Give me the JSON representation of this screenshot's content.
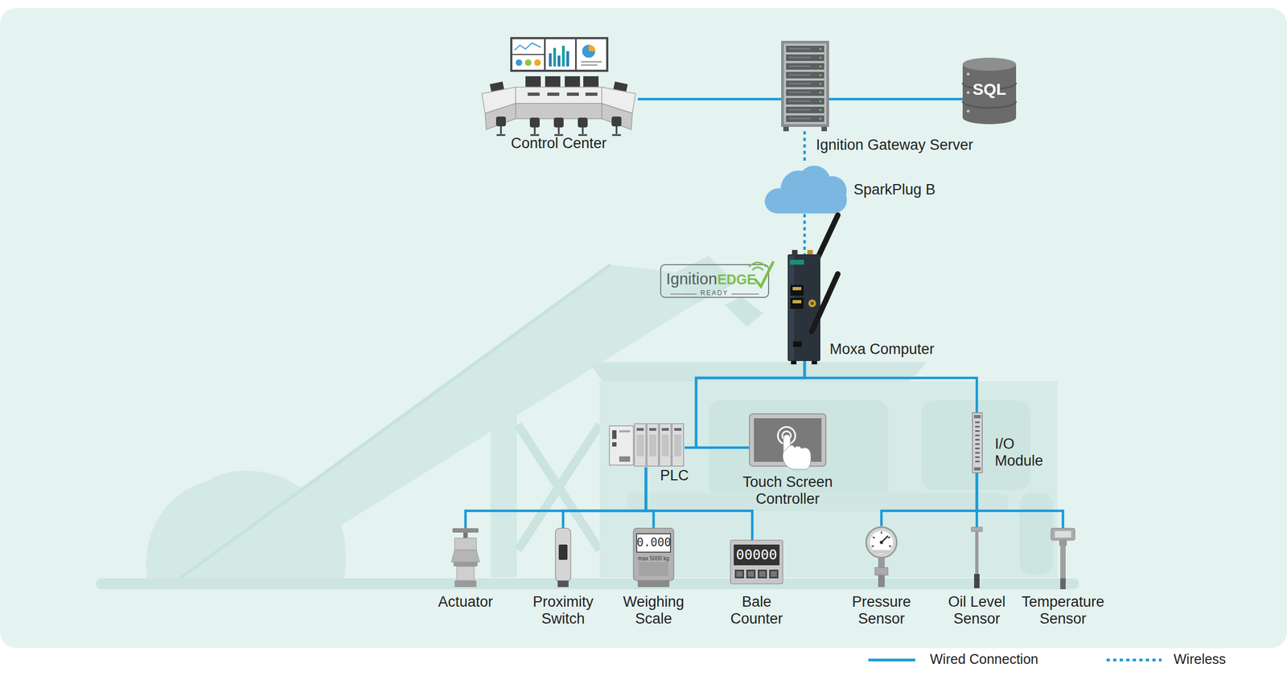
{
  "diagram": {
    "nodes": [
      {
        "text": [
          "Control Center"
        ]
      },
      {
        "text": [
          "Ignition Gateway Server"
        ]
      },
      {
        "text": [
          "SQL"
        ]
      },
      {
        "text": [
          "SparkPlug B"
        ]
      },
      {
        "text": [
          "Moxa Computer"
        ]
      },
      {
        "text": [
          "PLC"
        ]
      },
      {
        "text": [
          "Touch Screen Controller"
        ]
      },
      {
        "text": [
          "I/O Module"
        ]
      },
      {
        "text": [
          "Actuator"
        ]
      },
      {
        "text": [
          "Proximity Switch"
        ]
      },
      {
        "text": [
          "Weighing Scale"
        ]
      },
      {
        "text": [
          "Bale Counter"
        ]
      },
      {
        "text": [
          "Pressure Sensor"
        ]
      },
      {
        "text": [
          "Oil Level Sensor"
        ]
      },
      {
        "text": [
          "Temperature Sensor"
        ]
      }
    ],
    "edges": [
      {
        "from": 0,
        "to": 1,
        "arrow": "none"
      },
      {
        "from": 1,
        "to": 2,
        "arrow": "none"
      },
      {
        "from": 1,
        "to": 3,
        "arrow": "none"
      },
      {
        "from": 3,
        "to": 4,
        "arrow": "none"
      },
      {
        "from": 4,
        "to": 5,
        "arrow": "none"
      },
      {
        "from": 4,
        "to": 6,
        "arrow": "none"
      },
      {
        "from": 4,
        "to": 7,
        "arrow": "none"
      },
      {
        "from": 5,
        "to": 8,
        "arrow": "none"
      },
      {
        "from": 5,
        "to": 9,
        "arrow": "none"
      },
      {
        "from": 5,
        "to": 10,
        "arrow": "none"
      },
      {
        "from": 5,
        "to": 11,
        "arrow": "none"
      },
      {
        "from": 7,
        "to": 12,
        "arrow": "none"
      },
      {
        "from": 7,
        "to": 13,
        "arrow": "none"
      },
      {
        "from": 7,
        "to": 14,
        "arrow": "none"
      }
    ],
    "labels": [
      "Ignition",
      "EDGE",
      "READY",
      "0.000",
      "max 5000 kg",
      "00000"
    ],
    "legend": [
      {
        "text": "Wired Connection"
      },
      {
        "text": "Wireless"
      }
    ]
  }
}
